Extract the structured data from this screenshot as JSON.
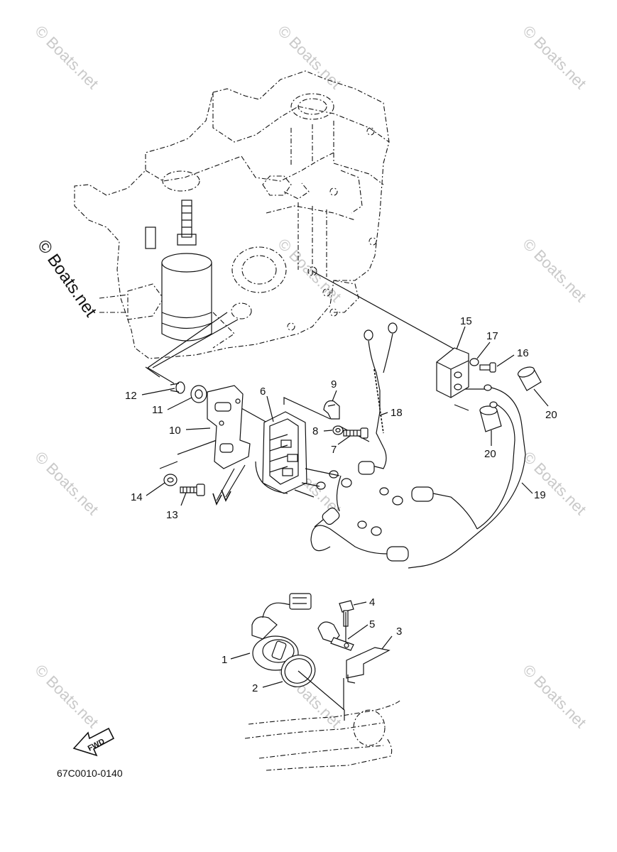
{
  "watermarks": [
    "© Boats.net",
    "© Boats.net",
    "© Boats.net",
    "© Boats.net",
    "© Boats.net",
    "© Boats.net",
    "© Boats.net",
    "© Boats.net",
    "© Boats.net",
    "© Boats.net",
    "© Boats.net"
  ],
  "side_watermark": "© Boats.net",
  "callouts": {
    "c1": "1",
    "c2": "2",
    "c3": "3",
    "c4": "4",
    "c5": "5",
    "c6": "6",
    "c7": "7",
    "c8": "8",
    "c9": "9",
    "c10": "10",
    "c11": "11",
    "c12": "12",
    "c13": "13",
    "c14": "14",
    "c15": "15",
    "c16": "16",
    "c17": "17",
    "c18": "18",
    "c19": "19",
    "c20a": "20",
    "c20b": "20"
  },
  "fwd_label": "FWD",
  "diagram_code": "67C0010-0140"
}
